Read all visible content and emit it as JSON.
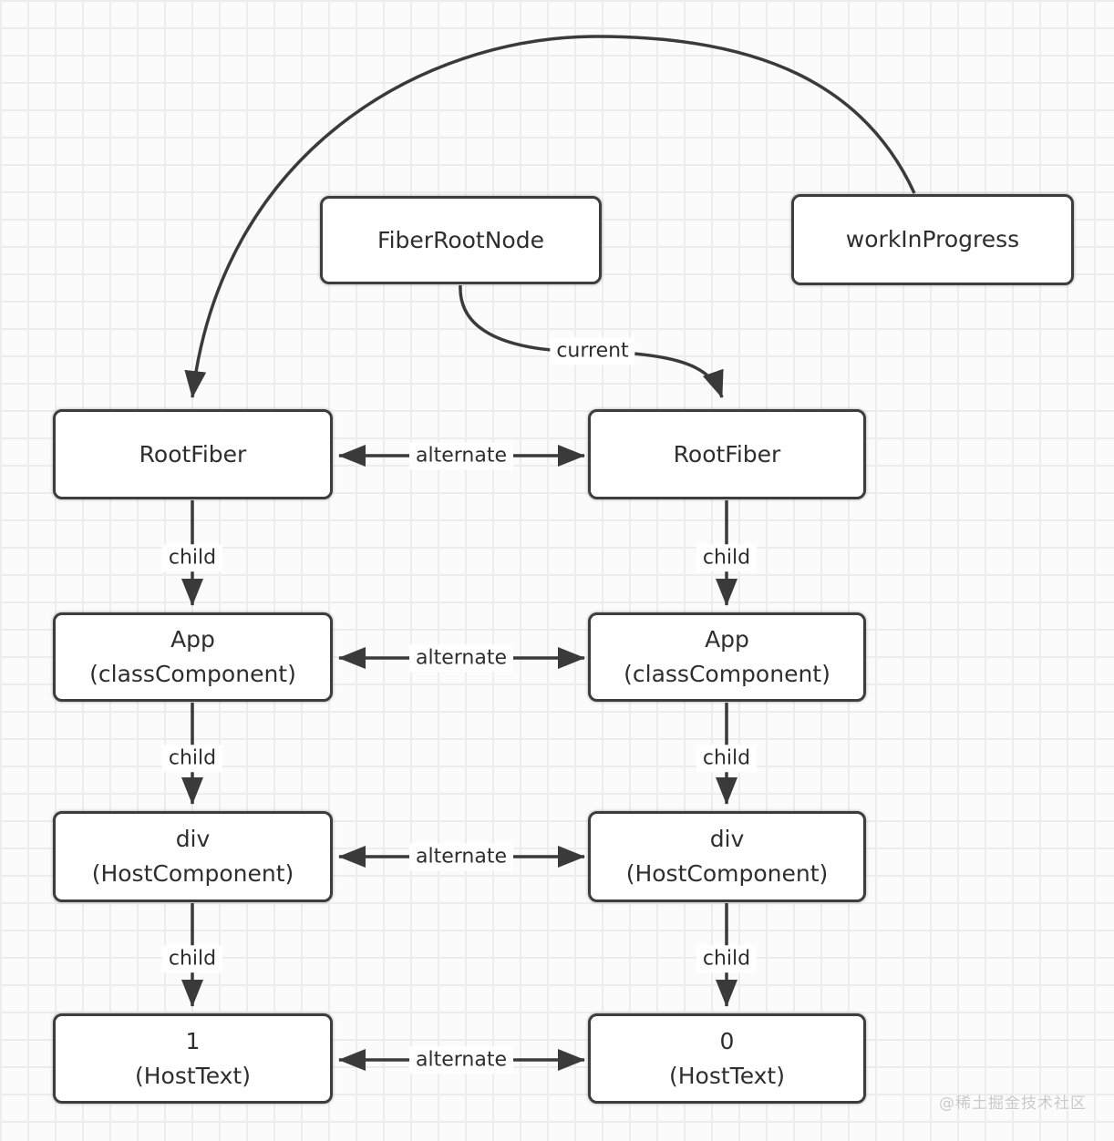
{
  "nodes": {
    "fiber_root_node": {
      "lines": [
        "FiberRootNode"
      ]
    },
    "work_in_progress": {
      "lines": [
        "workInProgress"
      ]
    },
    "left": [
      {
        "lines": [
          "RootFiber"
        ]
      },
      {
        "lines": [
          "App",
          "(classComponent)"
        ]
      },
      {
        "lines": [
          "div",
          "(HostComponent)"
        ]
      },
      {
        "lines": [
          "1",
          "(HostText)"
        ]
      }
    ],
    "right": [
      {
        "lines": [
          "RootFiber"
        ]
      },
      {
        "lines": [
          "App",
          "(classComponent)"
        ]
      },
      {
        "lines": [
          "div",
          "(HostComponent)"
        ]
      },
      {
        "lines": [
          "0",
          "(HostText)"
        ]
      }
    ]
  },
  "edge_labels": {
    "current": "current",
    "child": "child",
    "alternate": "alternate"
  },
  "watermark": "@稀土掘金技术社区",
  "colors": {
    "stroke": "#3a3a3a",
    "node_border": "#3d3d3d",
    "node_fill": "#ffffff",
    "text": "#2e2e2e",
    "grid_line": "#ededed",
    "background": "#fbfbfb",
    "watermark": "#c9c9c9"
  }
}
